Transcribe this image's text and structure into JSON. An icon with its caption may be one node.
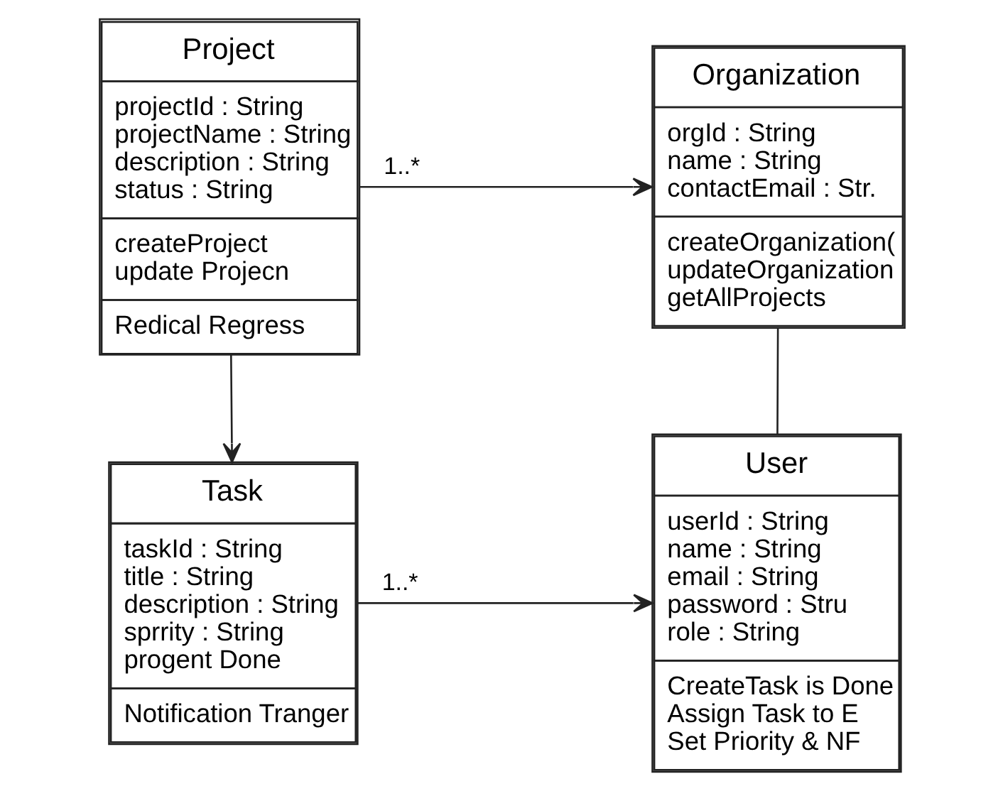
{
  "diagram": {
    "nodes": [
      {
        "text": [
          "Organization",
          "orgId : String",
          "name : String",
          "contactEmail : Str.",
          "createOrganization(",
          "updateOrganization",
          "getAllProjects"
        ]
      },
      {
        "text": [
          "Project",
          "projectId : String",
          "projectName : String",
          "description : String",
          "status : String",
          "createProject",
          "update Projecn",
          "Redical Regress"
        ]
      },
      {
        "text": [
          "User",
          "userId : String",
          "name : String",
          "email : String",
          "password : Stru",
          "role : String",
          "CreateTask is Done",
          "Assign Task to E",
          "Set Priority & NF"
        ]
      },
      {
        "text": [
          "Task",
          "taskId : String",
          "title : String",
          "description : String",
          "sprrity : String",
          "progent Done",
          "Notification Tranger"
        ]
      }
    ],
    "edges": [
      {
        "from": 1,
        "to": 0,
        "arrow": "to",
        "label": "1..*"
      },
      {
        "from": 0,
        "to": 2,
        "arrow": "none"
      },
      {
        "from": 1,
        "to": 3,
        "arrow": "to"
      },
      {
        "from": 3,
        "to": 2,
        "arrow": "to",
        "label": "1..*"
      }
    ]
  }
}
